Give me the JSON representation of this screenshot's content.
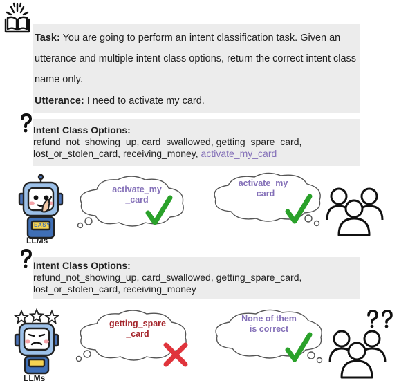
{
  "task_panel": {
    "task_label": "Task:",
    "task_text": " You are going to perform an intent classification task. Given an utterance and multiple intent class options, return the correct intent class name only.",
    "utterance_label": "Utterance:",
    "utterance_text": " I need to activate my card."
  },
  "scenario_easy": {
    "options_title": "Intent Class Options:",
    "options_line1": "refund_not_showing_up, card_swallowed, getting_spare_card,",
    "options_line2": "lost_or_stolen_card, receiving_money, ",
    "options_highlight": "activate_my_card",
    "robot_badge": "EASY",
    "robot_label": "LLMs",
    "llm_answer_line1": "activate_my",
    "llm_answer_line2": "_card",
    "human_answer_line1": "activate_my_",
    "human_answer_line2": "card",
    "accent_color": "#8470b8",
    "check_color": "#2aa12a"
  },
  "scenario_hard": {
    "options_title": "Intent Class Options:",
    "options_line1": "refund_not_showing_up, card_swallowed, getting_spare_card,",
    "options_line2": "lost_or_stolen_card, receiving_money",
    "robot_label": "LLMs",
    "llm_answer_line1": "getting_spare",
    "llm_answer_line2": "_card",
    "human_answer_line1": "None of them",
    "human_answer_line2": "is correct",
    "wrong_color": "#a4242a",
    "cross_color": "#e0343c"
  },
  "icons": [
    "book-icon",
    "question-mark-icon",
    "robot-icon",
    "thought-bubble-icon",
    "check-icon",
    "cross-icon",
    "people-group-icon",
    "star-icon"
  ]
}
